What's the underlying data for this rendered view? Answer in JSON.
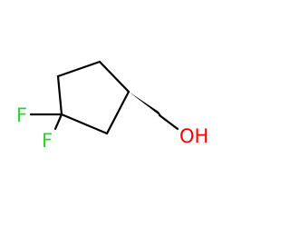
{
  "molecule": {
    "atoms": {
      "fluorine_upper": {
        "label": "F",
        "color": "#33cc33"
      },
      "fluorine_lower": {
        "label": "F",
        "color": "#33cc33"
      },
      "hydroxyl": {
        "label": "OH",
        "color": "#ff0000"
      }
    },
    "bond_color": "#000000",
    "stereo_bond": "wedge"
  }
}
